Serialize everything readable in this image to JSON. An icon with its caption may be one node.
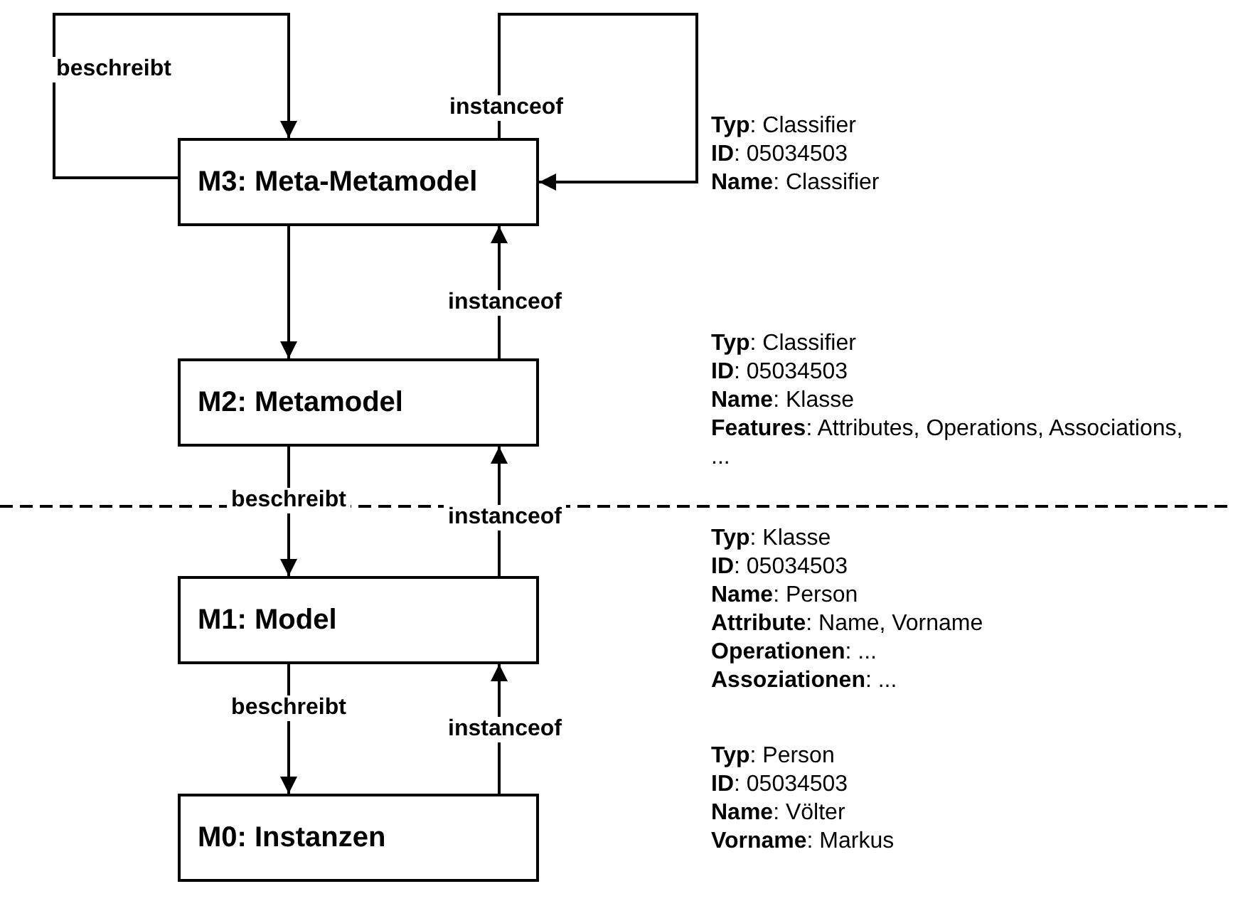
{
  "diagram": {
    "nodes": [
      {
        "text": [
          "M3: Meta-Metamodel"
        ]
      },
      {
        "text": [
          "M2: Metamodel"
        ]
      },
      {
        "text": [
          "M1: Model"
        ]
      },
      {
        "text": [
          "M0: Instanzen"
        ]
      }
    ],
    "edges": [
      {
        "from": 0,
        "to": 0,
        "arrow": "to",
        "label": "beschreibt"
      },
      {
        "from": 0,
        "to": 0,
        "arrow": "to",
        "label": "instanceof"
      },
      {
        "from": 0,
        "to": 1,
        "arrow": "to"
      },
      {
        "from": 1,
        "to": 0,
        "arrow": "to",
        "label": "instanceof"
      },
      {
        "from": 1,
        "to": 2,
        "arrow": "to",
        "label": "beschreibt"
      },
      {
        "from": 2,
        "to": 1,
        "arrow": "to",
        "label": "instanceof"
      },
      {
        "from": 2,
        "to": 3,
        "arrow": "to",
        "label": "beschreibt"
      },
      {
        "from": 3,
        "to": 2,
        "arrow": "to",
        "label": "instanceof"
      }
    ],
    "labels": [
      "**Typ**: Classifier",
      "**ID**: 05034503",
      "**Name**: Classifier",
      "**Typ**: Classifier",
      "**ID**: 05034503",
      "**Name**: Klasse",
      "**Features**: Attributes, Operations, Associations, ...",
      "**Typ**: Klasse",
      "**ID**: 05034503",
      "**Name**: Person",
      "**Attribute**: Name, Vorname",
      "**Operationen**: ...",
      "**Assoziationen**: ...",
      "**Typ**: Person",
      "**ID**: 05034503",
      "**Name**: Völter",
      "**Vorname**: Markus"
    ]
  }
}
